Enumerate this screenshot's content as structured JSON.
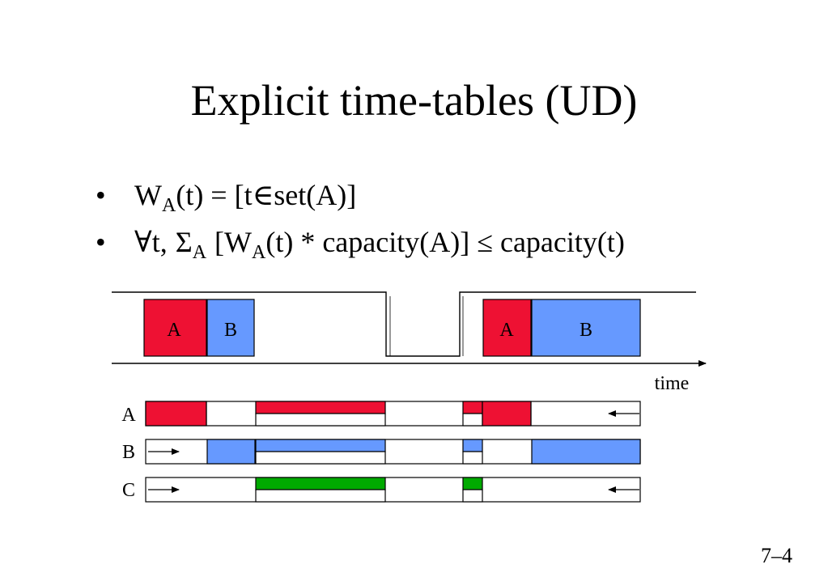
{
  "slide": {
    "title": "Explicit time-tables (UD)",
    "page_number": "7–4"
  },
  "bullets": {
    "marker": "•",
    "b1": {
      "w": "W",
      "w_sub": "A",
      "rest": "(t) = [t∈set(A)]"
    },
    "b2": {
      "forall": "∀t,",
      "sigma": "Σ",
      "sigma_sub": "A",
      "w_open": "[W",
      "w_sub": "A",
      "rest": "(t) * capacity(A)] ≤ capacity(t)"
    }
  },
  "diagram": {
    "blocks": {
      "first_a": "A",
      "first_b": "B",
      "second_a": "A",
      "second_b": "B"
    },
    "time_label": "time",
    "rows": {
      "a": "A",
      "b": "B",
      "c": "C"
    },
    "colors": {
      "A": "#ee1133",
      "B": "#6699ff",
      "C": "#00aa00"
    }
  }
}
